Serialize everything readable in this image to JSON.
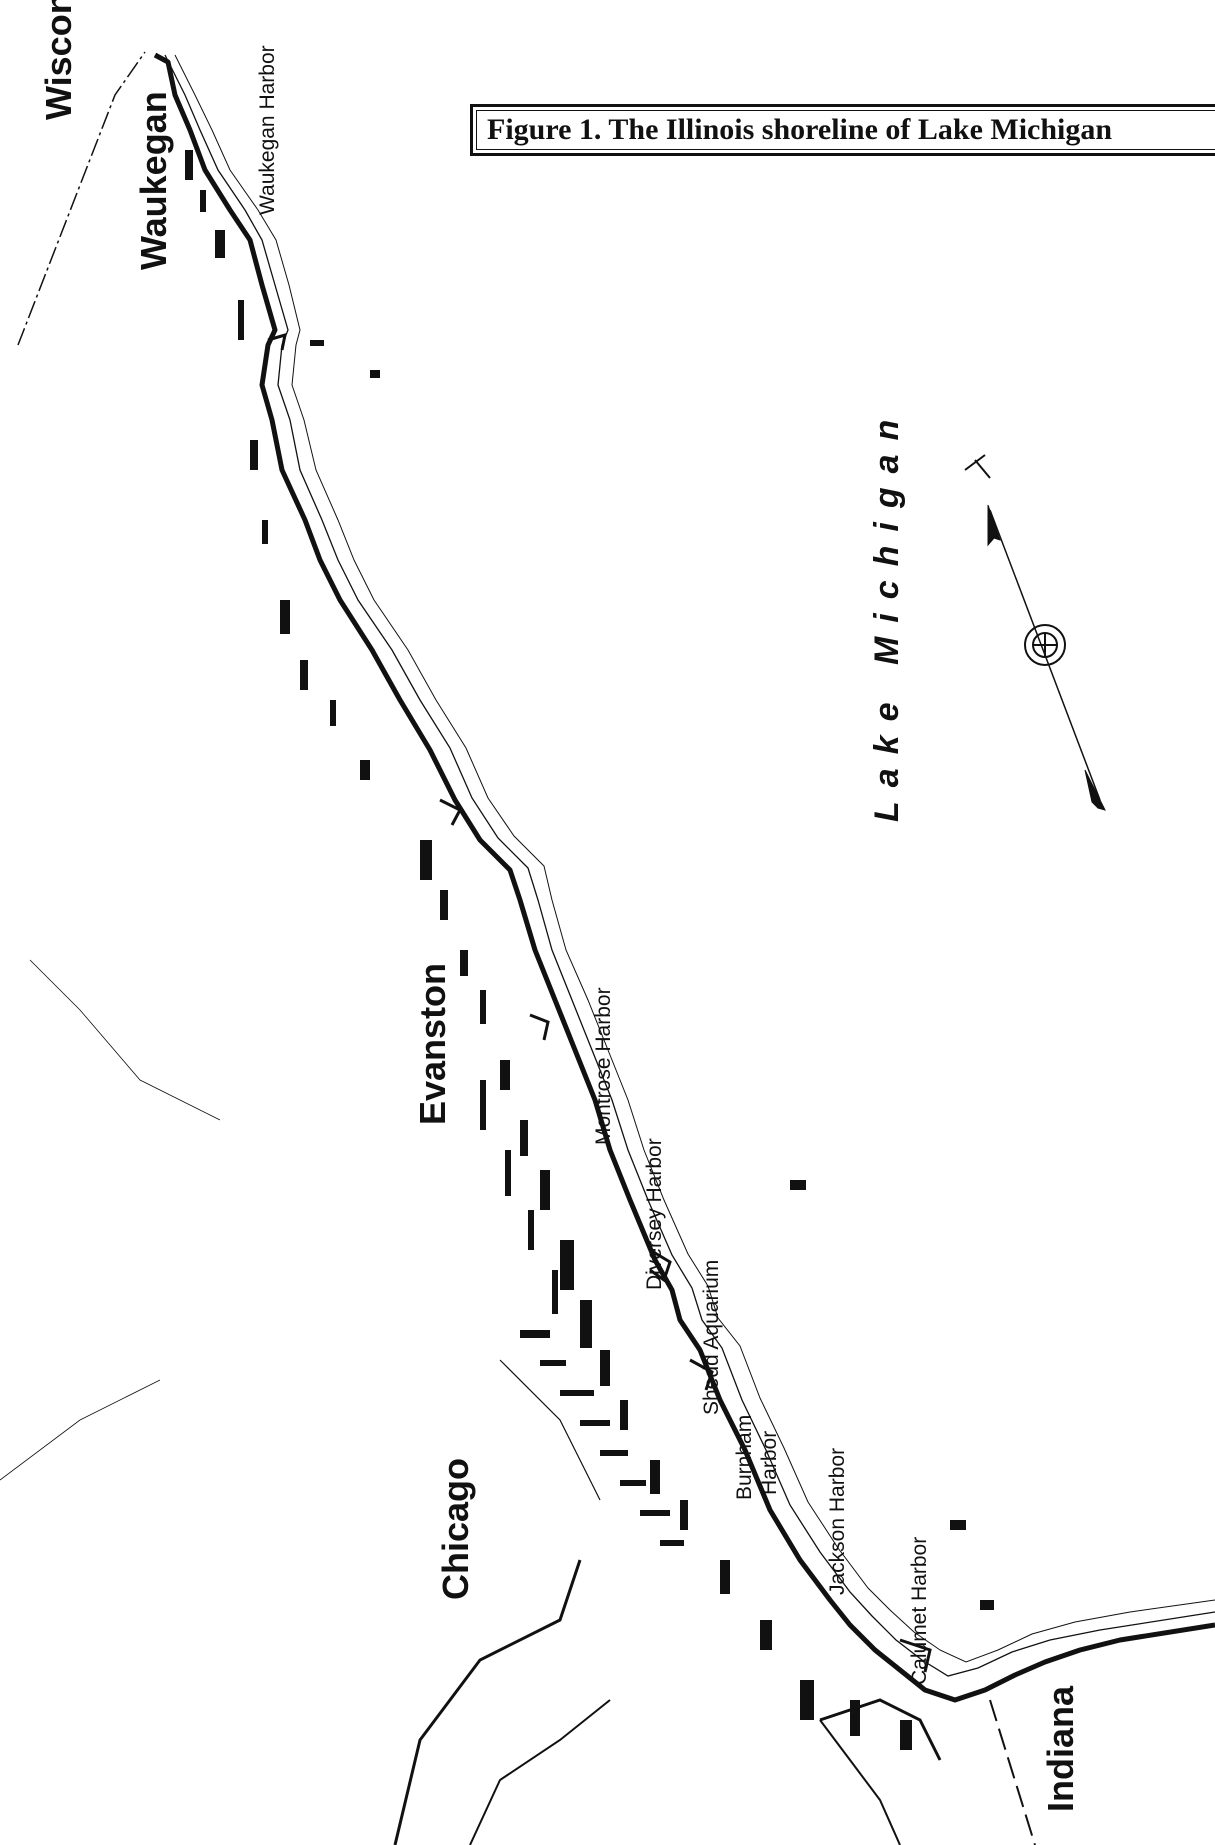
{
  "caption": "Figure 1. The Illinois shoreline of Lake Michigan",
  "labels": {
    "wisconsin": "Wisconsin",
    "waukegan": "Waukegan",
    "waukegan_harbor": "Waukegan Harbor",
    "lake": "Lake Michigan",
    "evanston": "Evanston",
    "montrose_harbor": "Montrose Harbor",
    "diversey_harbor": "Diversey Harbor",
    "shedd_aquarium": "Shedd Aquarium",
    "burnham_harbor_1": "Burnham",
    "burnham_harbor_2": "Harbor",
    "jackson_harbor": "Jackson Harbor",
    "calumet_harbor": "Calumet Harbor",
    "chicago": "Chicago",
    "indiana": "Indiana"
  },
  "colors": {
    "ink": "#111111",
    "background": "#ffffff"
  },
  "icons": [
    "north-arrow-icon",
    "compass-rose-icon"
  ]
}
